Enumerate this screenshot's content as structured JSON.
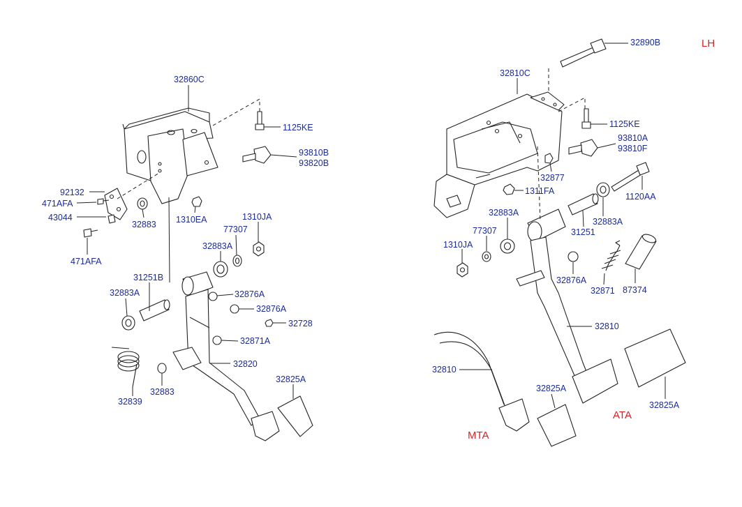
{
  "region_tags": {
    "lh": "LH",
    "mta": "MTA",
    "ata": "ATA"
  },
  "left_labels": {
    "p32860C": "32860C",
    "p1125KE": "1125KE",
    "p93810B": "93810B",
    "p93820B": "93820B",
    "p92132": "92132",
    "p471AFA_top": "471AFA",
    "p43044": "43044",
    "p471AFA_bottom": "471AFA",
    "p32883_upper": "32883",
    "p1310EA": "1310EA",
    "p1310JA": "1310JA",
    "p77307": "77307",
    "p32883A_upper": "32883A",
    "p31251B": "31251B",
    "p32883A_lower": "32883A",
    "p32876A_1": "32876A",
    "p32876A_2": "32876A",
    "p32728": "32728",
    "p32871A": "32871A",
    "p32820": "32820",
    "p32839": "32839",
    "p32883_lower": "32883",
    "p32825A": "32825A"
  },
  "right_labels": {
    "p32890B": "32890B",
    "p32810C": "32810C",
    "p1125KE": "1125KE",
    "p93810A": "93810A",
    "p93810F": "93810F",
    "p32877": "32877",
    "p1311FA": "1311FA",
    "p1120AA": "1120AA",
    "p32883A_top": "32883A",
    "p32883A_right": "32883A",
    "p31251": "31251",
    "p77307": "77307",
    "p1310JA": "1310JA",
    "p32876A": "32876A",
    "p32871": "32871",
    "p87374": "87374",
    "p32810_ata": "32810",
    "p32810_mta": "32810",
    "p32825A_mid": "32825A",
    "p32825A_right": "32825A"
  }
}
